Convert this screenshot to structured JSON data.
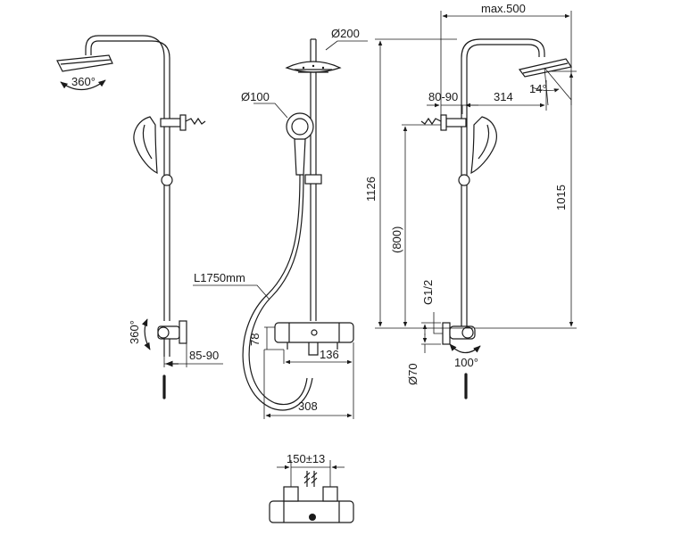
{
  "colors": {
    "line": "#1a1a1a",
    "background": "#ffffff"
  },
  "labels": {
    "rotation_head": "360°",
    "rotation_valve": "360°",
    "outlet_distance": "85-90",
    "diameter_head": "Ø200",
    "diameter_hand": "Ø100",
    "hose_length": "L1750mm",
    "valve_height": "78",
    "valve_depth": "136",
    "valve_projection": "308",
    "max_width": "max.500",
    "wall_offset": "80-90",
    "arm_length": "314",
    "tilt_angle": "14°",
    "overall_height": "1126",
    "rail_height": "1015",
    "bar_height": "(800)",
    "inlet_thread": "G1/2",
    "rosette_diameter": "Ø70",
    "rotation_outlet": "100°",
    "inlet_centres": "150±13"
  }
}
